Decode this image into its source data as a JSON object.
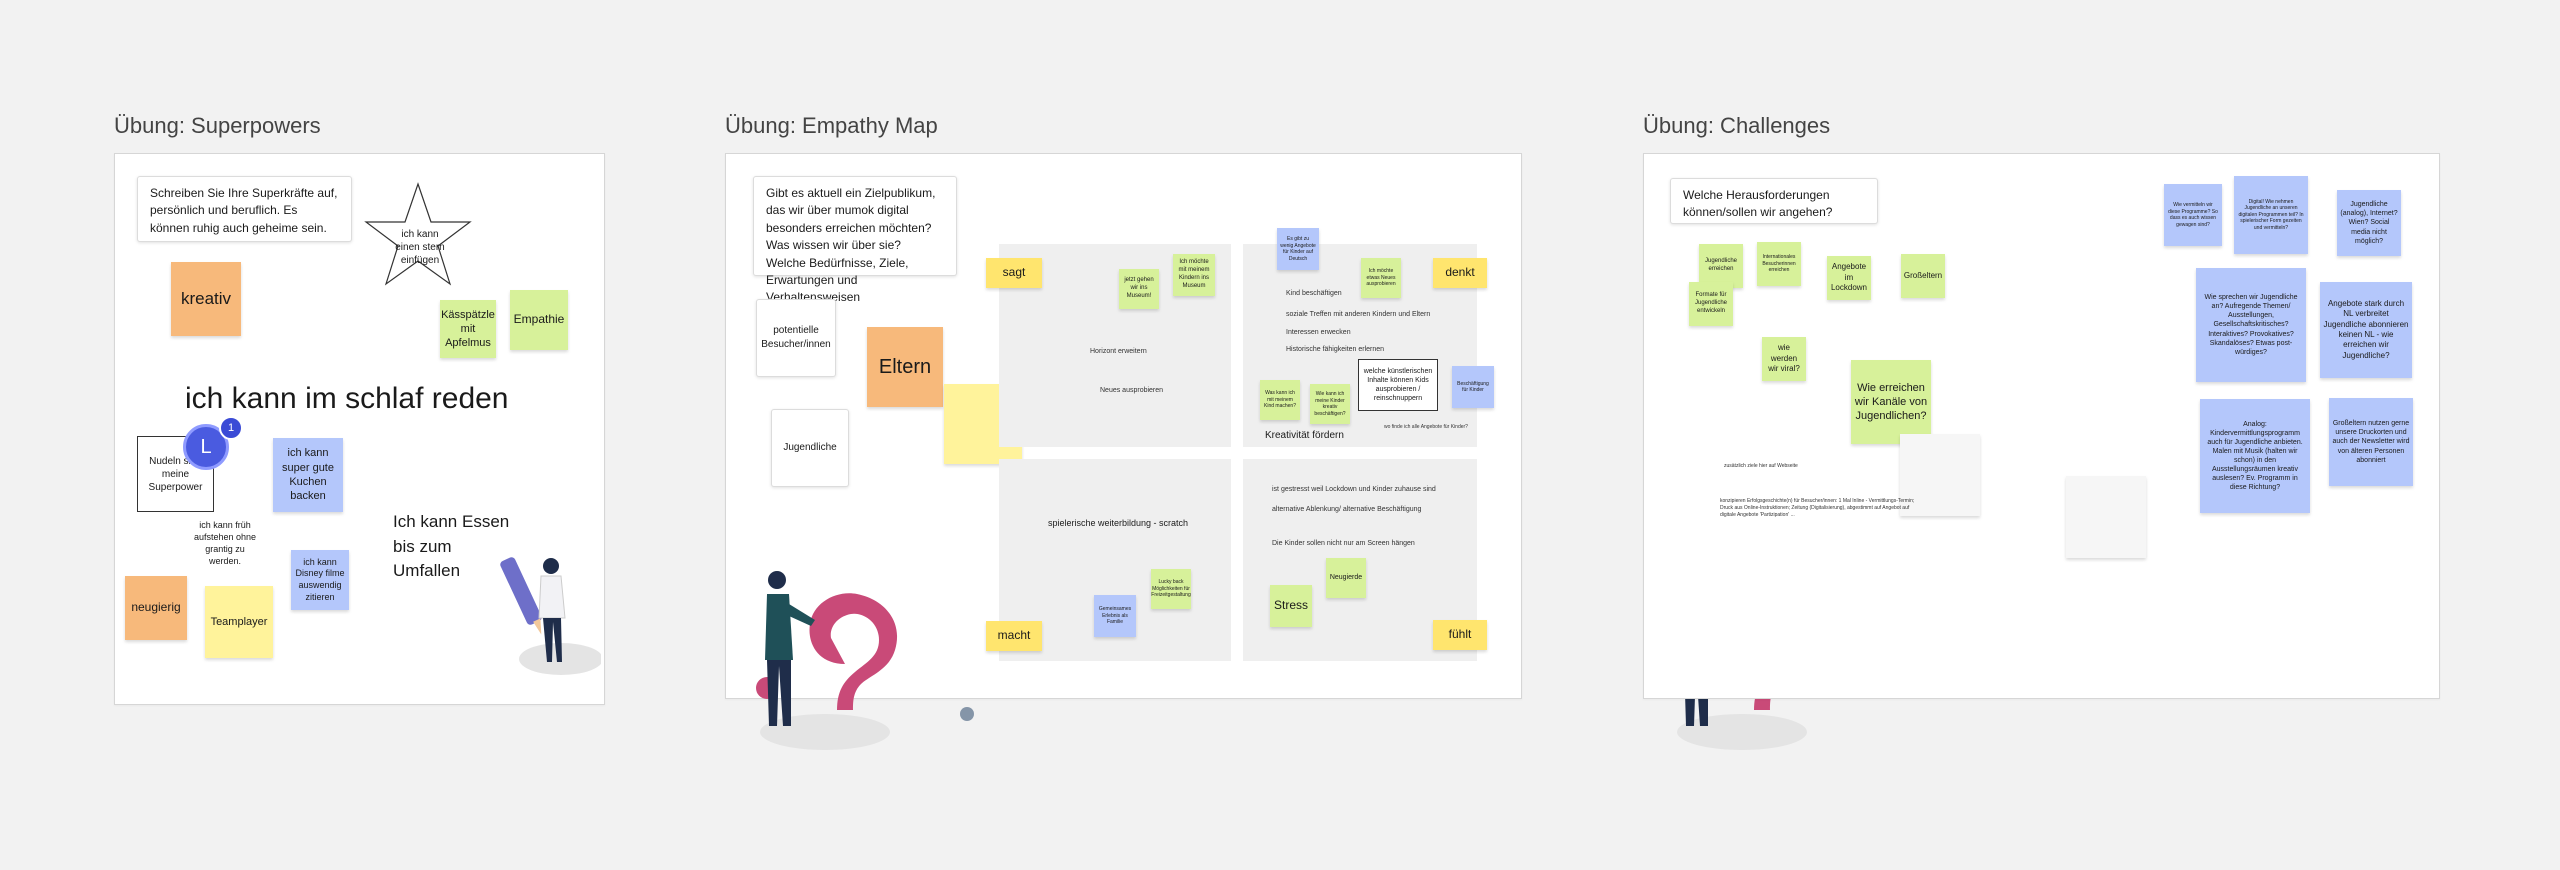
{
  "frames": {
    "superpowers": {
      "title": "Übung: Superpowers",
      "instructions": "Schreiben Sie Ihre Superkräfte auf, persönlich und beruflich. Es können ruhig auch geheime sein.",
      "star_text": "ich kann einen stern einfügen",
      "big_text": "ich kann im schlaf reden",
      "essen_text": "Ich kann Essen bis zum Umfallen",
      "early_text": "ich kann früh aufstehen ohne grantig zu werden.",
      "nudel_box": "Nudeln sind meine Superpower",
      "avatar_letter": "L",
      "avatar_badge": "1",
      "notes": {
        "kreativ": "kreativ",
        "kaesspaetzle": "Kässpätzle mit Apfelmus",
        "empathie": "Empathie",
        "kuchen": "ich kann super gute Kuchen backen",
        "disney": "ich kann Disney filme auswendig zitieren",
        "neugierig": "neugierig",
        "teamplayer": "Teamplayer"
      }
    },
    "empathy": {
      "title": "Übung: Empathy Map",
      "instructions": "Gibt es aktuell ein Zielpublikum, das wir über mumok digital besonders erreichen möchten? Was wissen wir über sie? Welche Bedürfnisse, Ziele, Erwartungen und Verhaltensweisen",
      "cards": {
        "potentielle": "potentielle Besucher/innen",
        "jugendliche": "Jugendliche"
      },
      "eltern": "Eltern",
      "labels": {
        "sagt": "sagt",
        "denkt": "denkt",
        "macht": "macht",
        "fuehlt": "fühlt"
      },
      "sagt_notes": {
        "n1": "jetzt gehen wir ins Museum!",
        "n2": "Ich möchte mit meinem Kindern ins Museum"
      },
      "sagt_small": {
        "s1": "Horizont erweitern",
        "s2": "Neues ausprobieren"
      },
      "denkt_notes": {
        "blue_top": "Es gibt zu wenig Angebote für Kinder auf Deutsch",
        "green1": "Ich möchte etwas Neues ausprobieren",
        "green_a": "Was kann ich mit meinem Kind machen?",
        "green_b": "Wie kann ich meine Kinder kreativ beschäftigen?",
        "blue_r": "Beschäftigung für Kinder"
      },
      "denkt_lines": {
        "l1": "Kind beschäftigen",
        "l2": "soziale Treffen mit anderen Kindern und Eltern",
        "l3": "Interessen erwecken",
        "l4": "Historische fähigkeiten erlernen",
        "l5": "wo finde ich alle Angebote für Kinder?"
      },
      "denkt_box": "welche künstlerischen Inhalte können Kids ausprobieren / reinschnuppern",
      "denkt_footer": "Kreativität fördern",
      "macht_text": "spielerische weiterbildung - scratch",
      "macht_notes": {
        "blue": "Gemeinsames Erlebnis als Familie",
        "green": "Lucky back Möglichkeiten für Freizeitgestaltung"
      },
      "fuehlt_lines": {
        "l1": "ist gestresst weil Lockdown und Kinder zuhause sind",
        "l2": "alternative Ablenkung/ alternative Beschäftigung",
        "l3": "Die Kinder sollen nicht nur am Screen hängen"
      },
      "fuehlt_notes": {
        "neugierde": "Neugierde",
        "stress": "Stress"
      }
    },
    "challenges": {
      "title": "Übung: Challenges",
      "question": "Welche Herausforderungen können/sollen wir angehen?",
      "notes_left": {
        "n1": "Jugendliche erreichen",
        "n2": "Internationales Besucherinnen erreichen",
        "n3": "Angebote im Lockdown",
        "n4": "Großeltern",
        "n5": "Formate für Jugendliche entwickeln",
        "n6": "wie werden wir viral?",
        "n7": "Wie erreichen wir Kanäle von Jugendlichen?"
      },
      "small_lines": {
        "l1": "zusätzlich ziele hier auf Webseite",
        "l2": "konzipieren Erfolgsgeschichte(n) für Besucher/innen: 1 Mal Inline - Vermittlungs-Termin; Druck aus Online-Instruktionen; Zeitung (Digitalisierung), abgestimmt auf Angebot auf digitale Angebote 'Partizipation' ..."
      },
      "notes_right": {
        "r1": "Wie vermitteln wir diese Programme? So dass es auch wissen gewagen sind?",
        "r2": "Digital! Wie nehmen Jugendliche an unseren digitalen Programmen teil? In spielerischer Form gezeiten und vermitteln?",
        "r3": "Jugendliche (analog), Internet? Wien? Social media nicht möglich?",
        "r4": "Wie sprechen wir Jugendliche an? Aufregende Themen/ Ausstellungen, Gesellschaftskritisches? Interaktives? Provokatives? Skandalöses? Etwas post-würdiges?",
        "r5": "Angebote stark durch NL verbreitet Jugendliche abonnieren keinen NL - wie erreichen wir Jugendliche?",
        "r6": "Analog: Kindervermittlungsprogramm auch für Jugendliche anbieten. Malen mit Musik (halten wir schon) in den Ausstellungsräumen kreativ auslesen? Ev. Programm in diese Richtung?",
        "r7": "Großeltern nutzen gerne unsere Druckorten und auch der Newsletter wird von älteren Personen abonniert"
      }
    }
  },
  "colors": {
    "orange": "#f7b97b",
    "green": "#d7f19a",
    "blue": "#b4c7fb",
    "yellow": "#fff39b",
    "label_yellow": "#ffe56e",
    "avatar": "#4a5be0",
    "illustration_pink": "#c94a78",
    "illustration_navy": "#1f2d4a"
  }
}
